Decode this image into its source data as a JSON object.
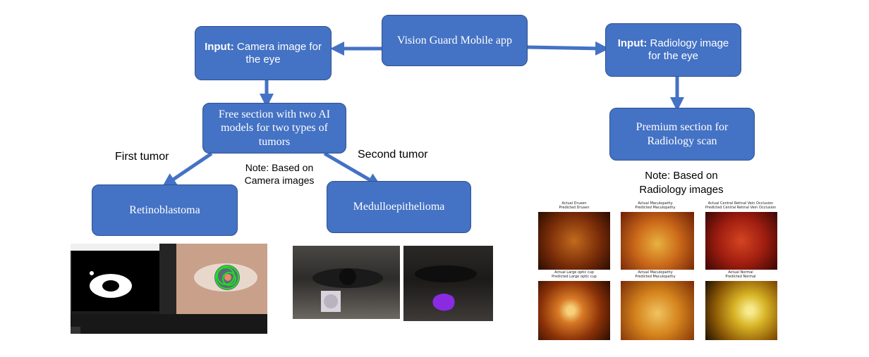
{
  "app": {
    "title": "Vision Guard Mobile app"
  },
  "camera_input": {
    "prefix": "Input:",
    "text": "Camera image for the eye"
  },
  "radiology_input": {
    "prefix": "Input:",
    "text": "Radiology image for the eye"
  },
  "free_section": {
    "text": "Free section with two AI models for two types of tumors"
  },
  "premium_section": {
    "text": "Premium section for Radiology scan"
  },
  "tumors": {
    "first_label": "First tumor",
    "second_label": "Second tumor",
    "first_name": "Retinoblastoma",
    "second_name": "Medulloepithelioma"
  },
  "notes": {
    "camera": "Note: Based on Camera images",
    "radiology": "Note: Based on Radiology images"
  },
  "fundus_grid": [
    {
      "actual": "Actual Drusen",
      "predicted": "Predicted Drusen"
    },
    {
      "actual": "Actual Maculopathy",
      "predicted": "Predicted Maculopathy"
    },
    {
      "actual": "Actual Central Retinal Vein Occlusion",
      "predicted": "Predicted Central Retinal Vein Occlusion"
    },
    {
      "actual": "Actual Large optic cup",
      "predicted": "Predicted Large optic cup"
    },
    {
      "actual": "Actual Maculopathy",
      "predicted": "Predicted Maculopathy"
    },
    {
      "actual": "Actual Normal",
      "predicted": "Predicted Normal"
    }
  ],
  "colors": {
    "box_fill": "#4472C4",
    "box_border": "#2F528F",
    "arrow": "#4472C4"
  }
}
